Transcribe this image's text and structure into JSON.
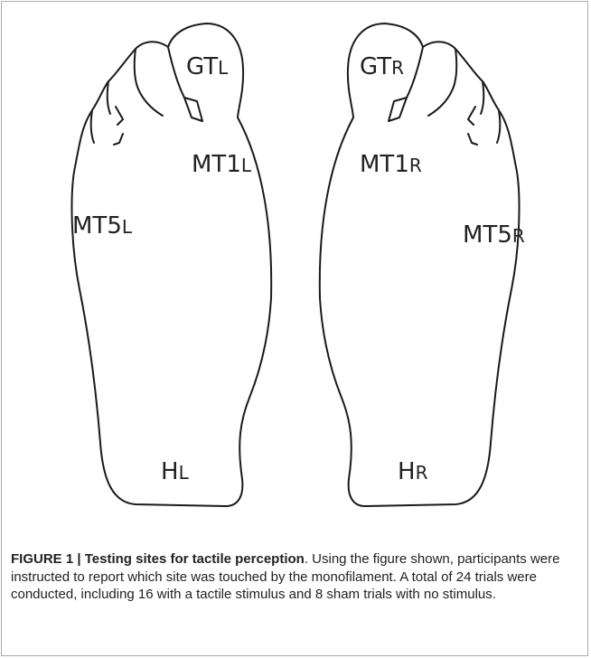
{
  "left_foot": {
    "sites": [
      {
        "id": "GT",
        "sub": "L"
      },
      {
        "id": "MT1",
        "sub": "L"
      },
      {
        "id": "MT5",
        "sub": "L"
      },
      {
        "id": "H",
        "sub": "L"
      }
    ]
  },
  "right_foot": {
    "sites": [
      {
        "id": "GT",
        "sub": "R"
      },
      {
        "id": "MT1",
        "sub": "R"
      },
      {
        "id": "MT5",
        "sub": "R"
      },
      {
        "id": "H",
        "sub": "R"
      }
    ]
  },
  "caption": {
    "title": "FIGURE 1 | Testing sites for tactile perception",
    "body": ". Using the figure shown, participants were instructed to report which site was touched by the monofilament. A total of 24 trials were conducted, including 16 with a tactile stimulus and 8 sham trials with no stimulus."
  }
}
